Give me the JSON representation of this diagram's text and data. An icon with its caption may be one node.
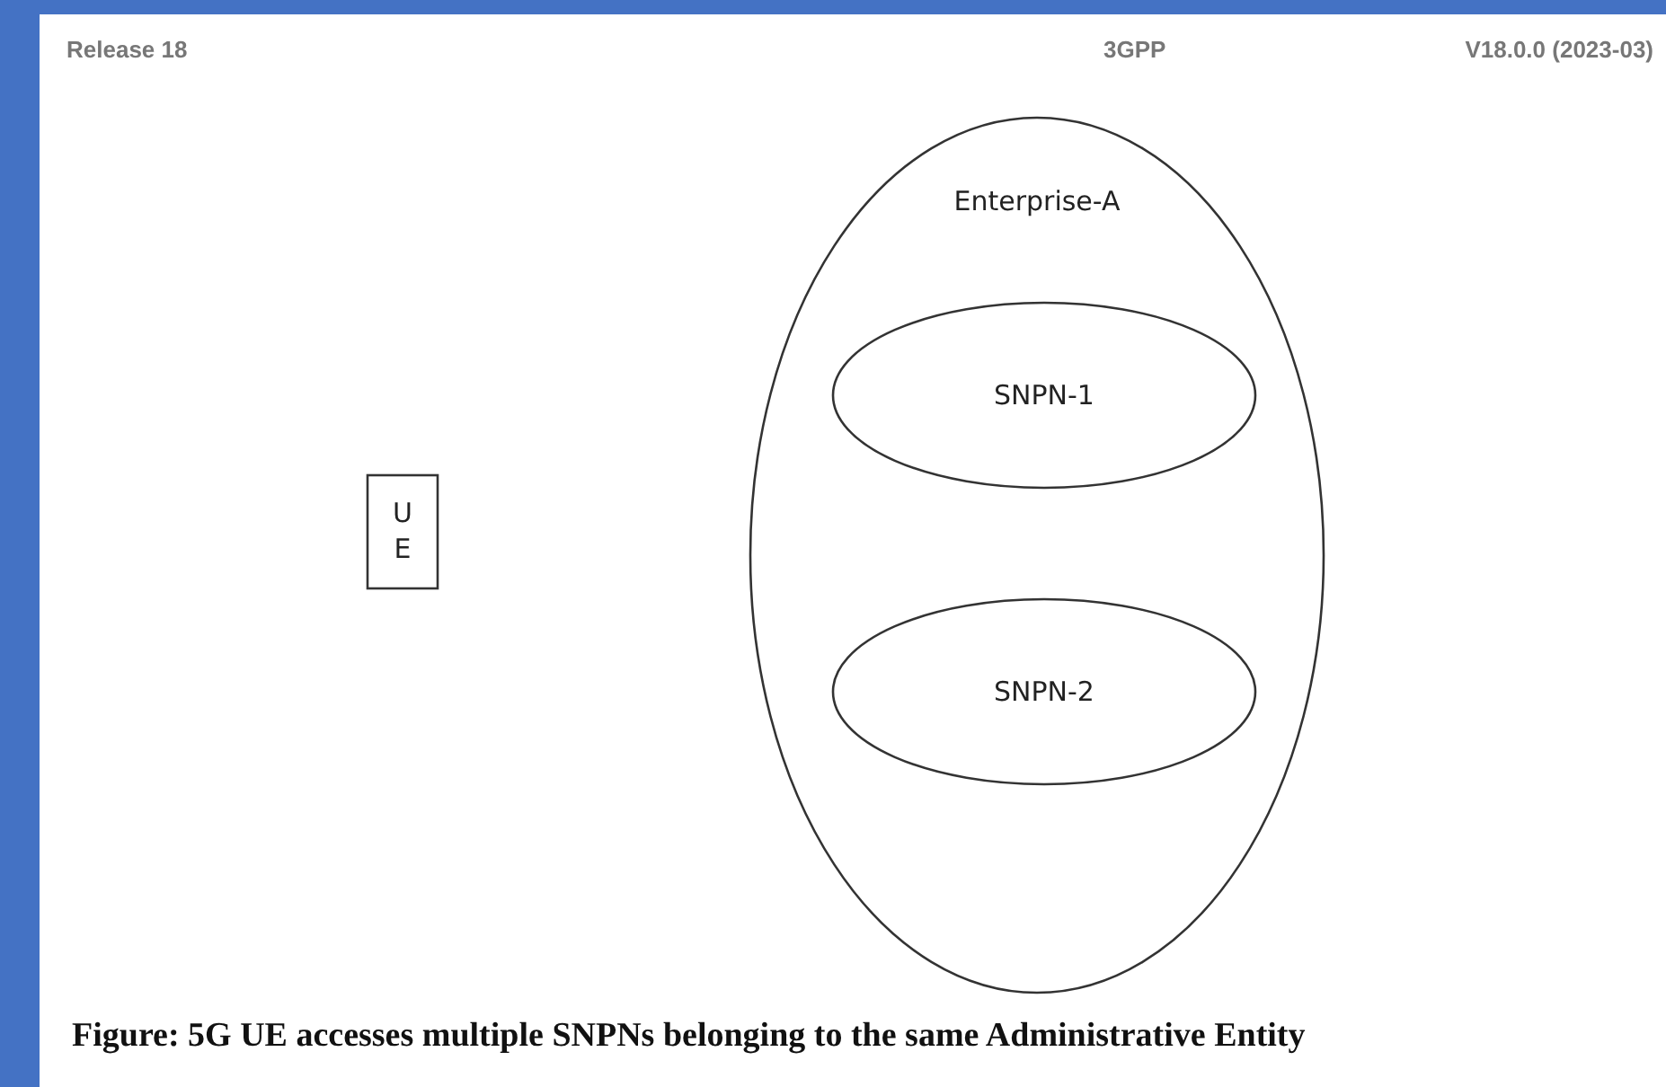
{
  "diagram": {
    "caption": "Figure: 5G UE accesses multiple SNPNs belonging to the same Administrative Entity",
    "nodes": [
      {
        "text": [
          "UE"
        ]
      },
      {
        "text": [
          "Enterprise-A"
        ]
      },
      {
        "text": [
          "SNPN-1"
        ],
        "in": 1
      },
      {
        "text": [
          "SNPN-2"
        ],
        "in": 1
      }
    ],
    "labels": [
      "Release 18",
      "3GPP",
      "V18.0.0 (2023-03)"
    ]
  }
}
